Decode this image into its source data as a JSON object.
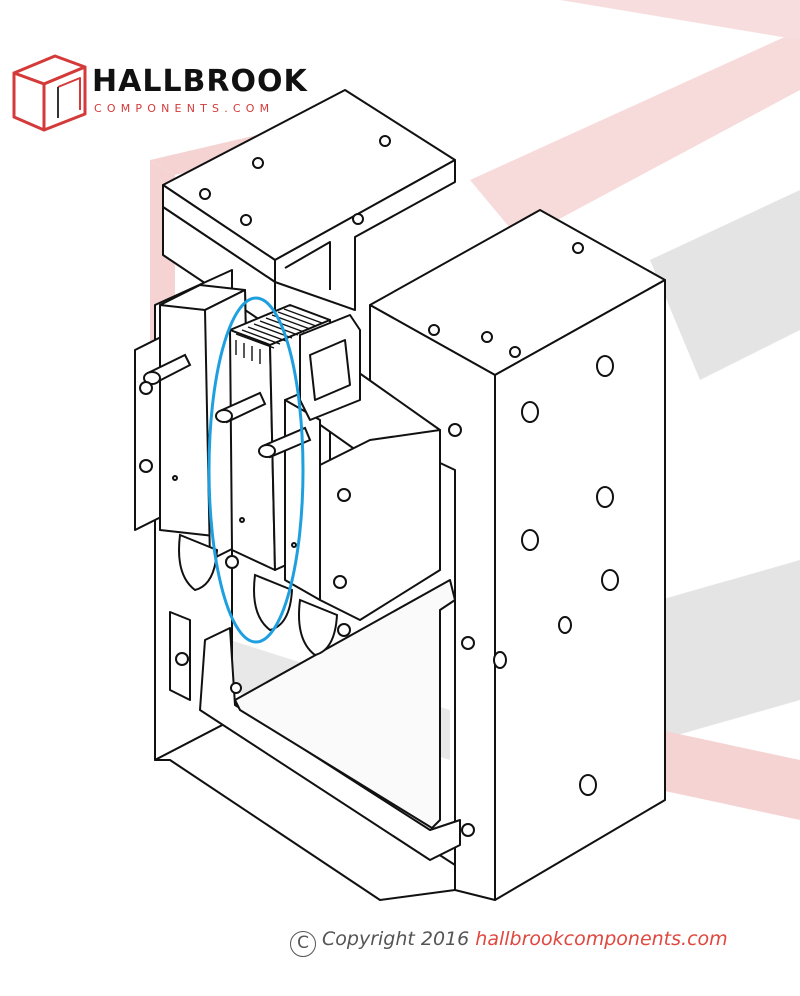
{
  "brand": {
    "name": "HALLBROOK",
    "subtitle": "COMPONENTS.COM",
    "accent_color": "#e0473f",
    "icon": "cube-logo-icon"
  },
  "highlight": {
    "color": "#1ea0e0",
    "icon": "highlight-ellipse"
  },
  "copyright": {
    "symbol": "C",
    "text": "Copyright 2016",
    "url": "hallbrookcomponents.com"
  }
}
